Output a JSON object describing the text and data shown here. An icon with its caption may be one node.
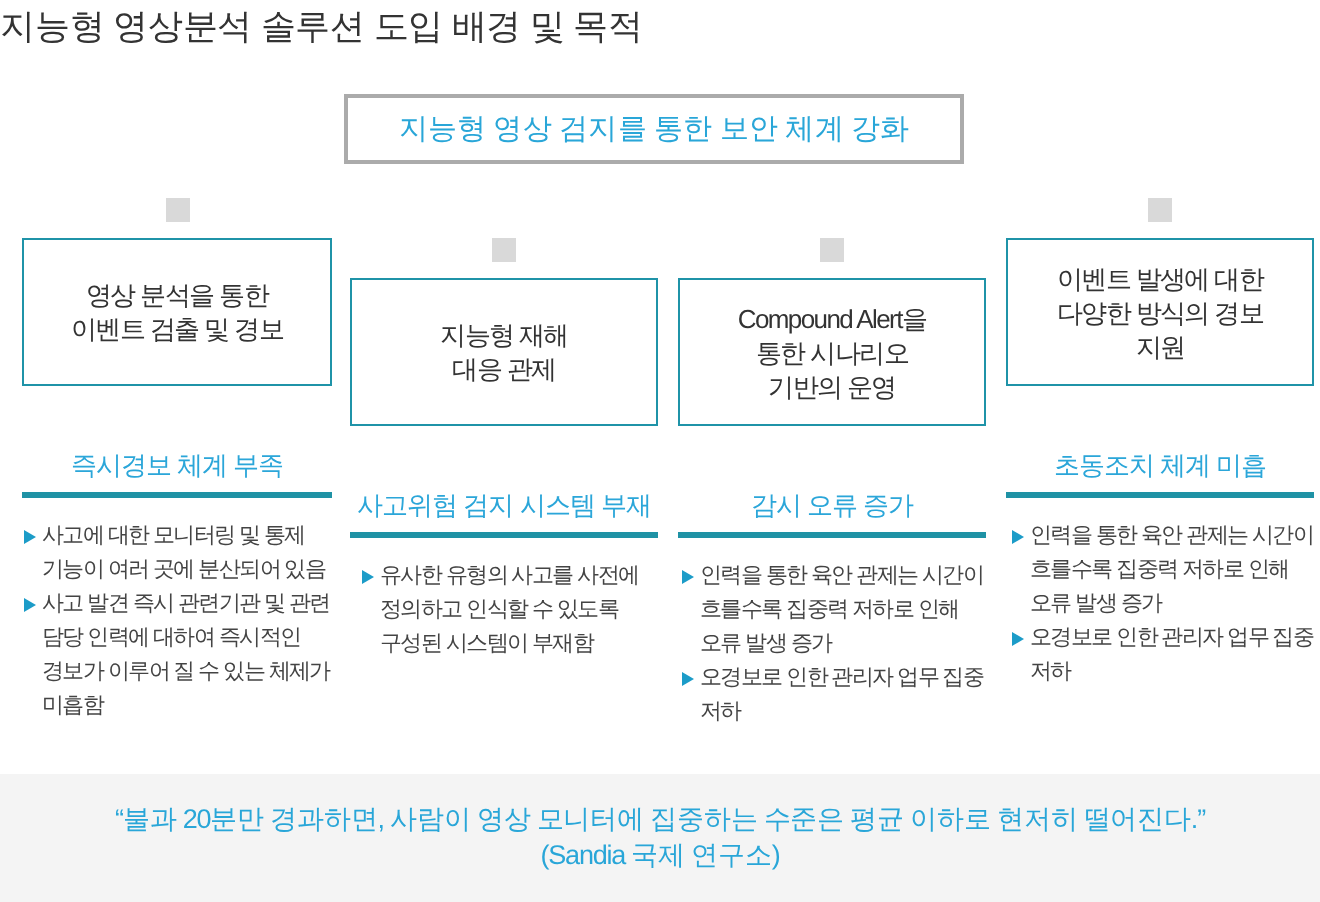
{
  "diagram": {
    "title": "지능형 영상분석 솔루션 도입 배경 및 목적",
    "nodes": [
      {
        "text": [
          "지능형 영상 검지를 통한 보안 체계 강화"
        ]
      },
      {
        "text": [
          "영상 분석을 통한 이벤트 검출 및 경보"
        ],
        "beside": [
          "즉시경보 체계 부족",
          "사고에 대한 모니터링 및 통제 기능이 여러 곳에 분산되어 있음",
          "사고 발견 즉시 관련기관 및 관련 담당 인력에 대하여 즉시적인 경보가 이루어 질 수 있는 체제가 미흡함"
        ]
      },
      {
        "text": [
          "지능형 재해 대응 관제"
        ],
        "beside": [
          "사고위험 검지 시스템 부재",
          "유사한 유형의 사고를 사전에 정의하고 인식할 수 있도록 구성된 시스템이 부재함"
        ]
      },
      {
        "text": [
          "Compound Alert을 통한 시나리오 기반의 운영"
        ],
        "beside": [
          "감시 오류 증가",
          "인력을 통한 육안 관제는 시간이 흐를수록 집중력 저하로 인해 오류 발생 증가",
          "오경보로 인한 관리자 업무 집중 저하"
        ]
      },
      {
        "text": [
          "이벤트 발생에 대한 다양한 방식의 경보 지원"
        ],
        "beside": [
          "초동조치 체계 미흡",
          "인력을 통한 육안 관제는 시간이 흐를수록 집중력 저하로 인해 오류 발생 증가",
          "오경보로 인한 관리자 업무 집중 저하"
        ]
      }
    ],
    "labels": [
      "“불과 20분만 경과하면, 사람이 영상 모니터에 집중하는 수준은 평균 이하로 현저히 떨어진다.”",
      "(Sandia 국제 연구소)"
    ]
  }
}
